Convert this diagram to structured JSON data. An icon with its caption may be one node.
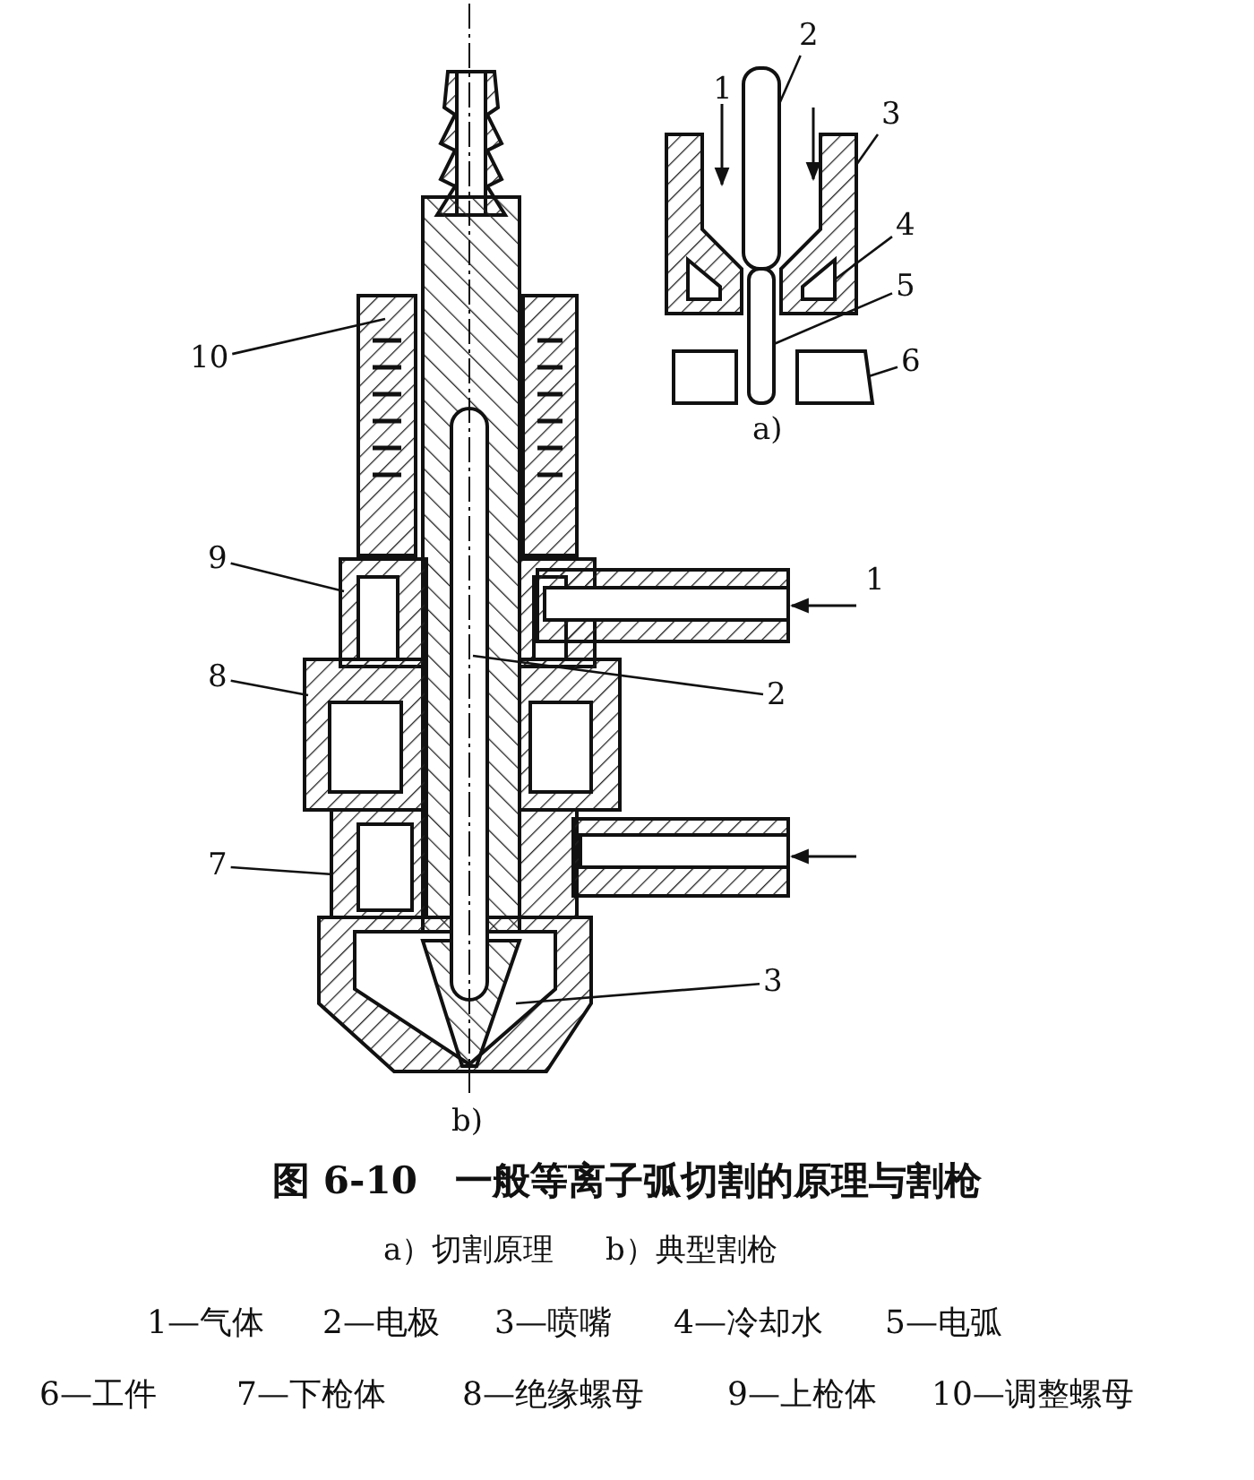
{
  "diagram": {
    "caption": "图 6-10　一般等离子弧切割的原理与割枪",
    "nodes": [
      {
        "text": [
          "2"
        ]
      },
      {
        "text": [
          "3"
        ]
      },
      {
        "text": [
          "4"
        ]
      },
      {
        "text": [
          "5"
        ]
      },
      {
        "text": [
          "6"
        ]
      },
      {
        "text": [
          "10"
        ]
      },
      {
        "text": [
          "9"
        ]
      },
      {
        "text": [
          "8"
        ]
      },
      {
        "text": [
          "7"
        ]
      },
      {
        "text": [
          "2"
        ]
      },
      {
        "text": [
          "3"
        ]
      },
      {
        "text": [],
        "shape": "bar"
      },
      {
        "text": [],
        "shape": "box"
      },
      {
        "text": [],
        "shape": "triangle",
        "in": 12
      },
      {
        "text": [],
        "shape": "bar"
      },
      {
        "text": [],
        "shape": "box"
      }
    ],
    "edges": [
      {
        "from": 0,
        "to": 11,
        "arrow": "none"
      },
      {
        "from": 1,
        "to": 12,
        "arrow": "none"
      },
      {
        "from": 2,
        "to": 13,
        "arrow": "none"
      },
      {
        "from": 3,
        "to": 14,
        "arrow": "none"
      },
      {
        "from": 4,
        "to": 15,
        "arrow": "none"
      },
      {
        "from": 5,
        "to": null,
        "arrow": "none"
      },
      {
        "from": 6,
        "to": null,
        "arrow": "none"
      },
      {
        "from": 7,
        "to": null,
        "arrow": "none"
      },
      {
        "from": 8,
        "to": null,
        "arrow": "none"
      },
      {
        "from": 9,
        "to": null,
        "arrow": "none"
      },
      {
        "from": 10,
        "to": null,
        "arrow": "none"
      }
    ],
    "labels": [
      "1",
      "a)",
      "1",
      "b)",
      "a）切割原理",
      "b）典型割枪",
      "1—气体",
      "2—电极",
      "3—喷嘴",
      "4—冷却水",
      "5—电弧",
      "6—工件",
      "7—下枪体",
      "8—绝缘螺母",
      "9—上枪体",
      "10—调整螺母"
    ]
  }
}
